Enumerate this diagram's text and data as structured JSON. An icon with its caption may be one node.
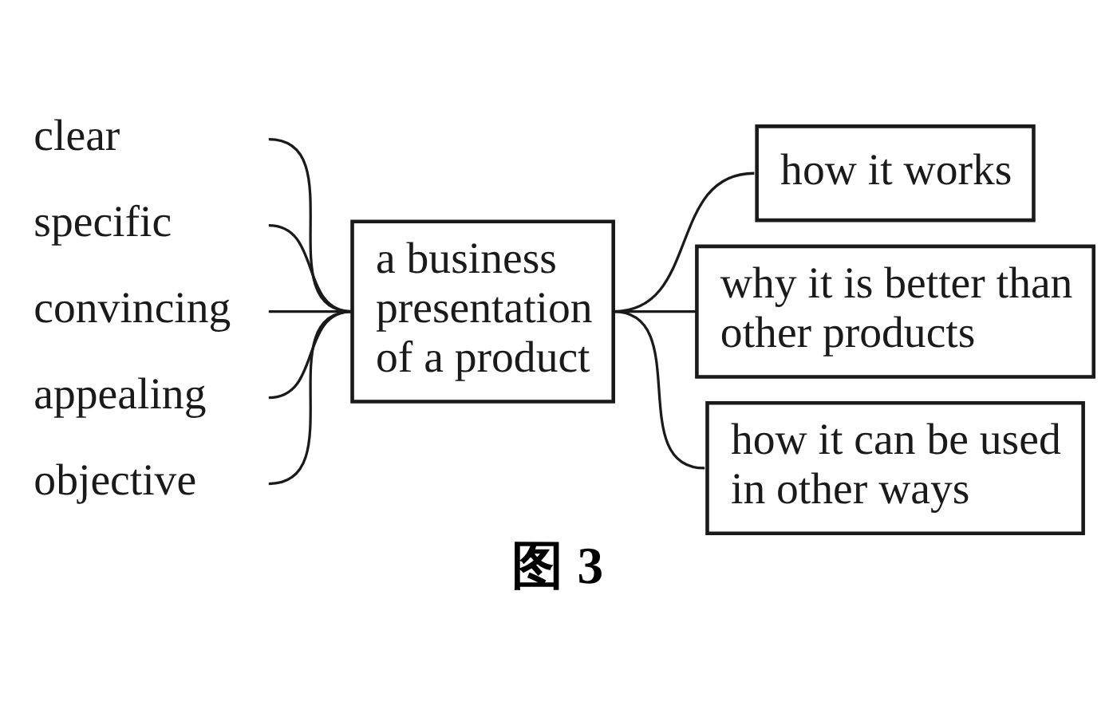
{
  "diagram": {
    "caption": "图 3",
    "nodes": [
      {
        "text": [
          "clear"
        ]
      },
      {
        "text": [
          "specific"
        ]
      },
      {
        "text": [
          "convincing"
        ]
      },
      {
        "text": [
          "appealing"
        ]
      },
      {
        "text": [
          "objective"
        ]
      },
      {
        "text": [
          "a business presentation of a product"
        ]
      },
      {
        "text": [
          "how it works"
        ]
      },
      {
        "text": [
          "why it is better than other products"
        ]
      },
      {
        "text": [
          "how it can be used in other ways"
        ]
      }
    ],
    "edges": [
      {
        "from": 0,
        "to": 5,
        "arrow": "none"
      },
      {
        "from": 1,
        "to": 5,
        "arrow": "none"
      },
      {
        "from": 2,
        "to": 5,
        "arrow": "none"
      },
      {
        "from": 3,
        "to": 5,
        "arrow": "none"
      },
      {
        "from": 4,
        "to": 5,
        "arrow": "none"
      },
      {
        "from": 5,
        "to": 6,
        "arrow": "none"
      },
      {
        "from": 5,
        "to": 7,
        "arrow": "none"
      },
      {
        "from": 5,
        "to": 8,
        "arrow": "none"
      }
    ]
  }
}
